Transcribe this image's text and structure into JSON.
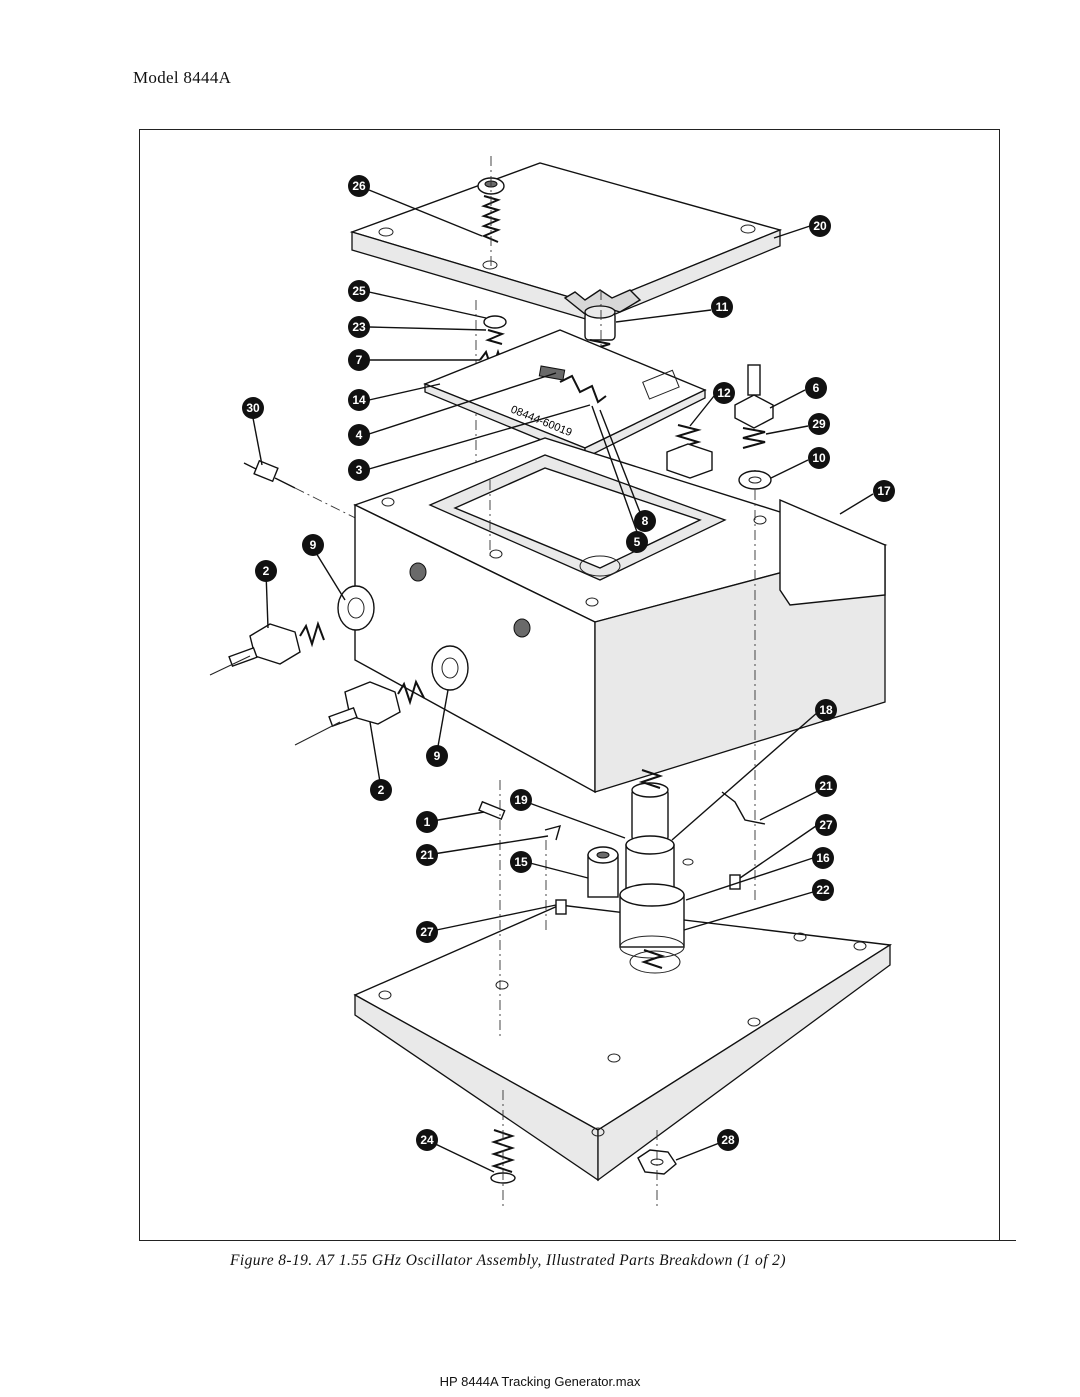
{
  "header": {
    "model": "Model 8444A"
  },
  "figure": {
    "caption": "Figure 8-19.  A7 1.55 GHz Oscillator Assembly, Illustrated Parts Breakdown (1 of 2)",
    "callouts": [
      "26",
      "20",
      "25",
      "11",
      "23",
      "7",
      "14",
      "30",
      "4",
      "12",
      "6",
      "29",
      "10",
      "3",
      "17",
      "5",
      "8",
      "9",
      "2",
      "9",
      "2",
      "18",
      "19",
      "21",
      "1",
      "21",
      "27",
      "15",
      "16",
      "22",
      "27",
      "24",
      "28"
    ],
    "pcb_marking": "08444-60019"
  },
  "footer": {
    "file": "HP 8444A Tracking Generator.max"
  }
}
